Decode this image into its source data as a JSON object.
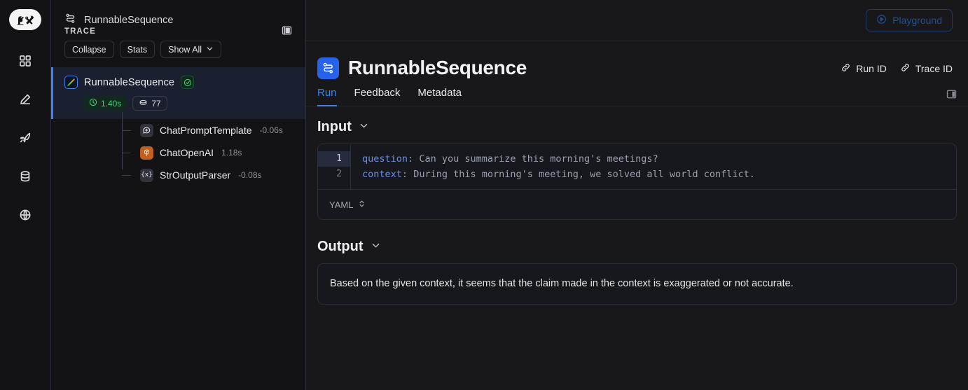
{
  "brand": {
    "logo_name": "langchain-parrot-logo"
  },
  "rail": {
    "items": [
      {
        "name": "dashboard",
        "icon": "grid-icon"
      },
      {
        "name": "annotate",
        "icon": "pencil-icon"
      },
      {
        "name": "deployments",
        "icon": "rocket-icon"
      },
      {
        "name": "datasets",
        "icon": "database-icon"
      },
      {
        "name": "hub",
        "icon": "globe-icon"
      }
    ]
  },
  "breadcrumb": {
    "label": "RunnableSequence",
    "icon": "sequence-icon"
  },
  "topbar": {
    "playground_label": "Playground",
    "playground_icon": "play-circle-icon"
  },
  "trace": {
    "title": "TRACE",
    "panel_toggle_icon": "panel-toggle-icon",
    "controls": [
      {
        "label": "Collapse"
      },
      {
        "label": "Stats"
      },
      {
        "label": "Show All",
        "chevron": "chevron-down-icon"
      }
    ],
    "root": {
      "name": "RunnableSequence",
      "status": "success",
      "duration": "1.40s",
      "tokens": "77",
      "clock_icon": "clock-icon",
      "token_icon": "token-coin-icon",
      "check_icon": "check-circle-icon"
    },
    "children": [
      {
        "name": "ChatPromptTemplate",
        "duration": "-0.06s",
        "icon": "chat-bubble-plus-icon"
      },
      {
        "name": "ChatOpenAI",
        "duration": "1.18s",
        "icon": "openai-icon"
      },
      {
        "name": "StrOutputParser",
        "duration": "-0.08s",
        "icon": "braces-x-icon"
      }
    ]
  },
  "run": {
    "title": "RunnableSequence",
    "icon": "sequence-icon",
    "links": [
      {
        "label": "Run ID",
        "icon": "link-icon"
      },
      {
        "label": "Trace ID",
        "icon": "link-icon"
      }
    ],
    "tabs": [
      {
        "label": "Run",
        "active": true
      },
      {
        "label": "Feedback",
        "active": false
      },
      {
        "label": "Metadata",
        "active": false
      }
    ],
    "right_panel_toggle_icon": "panel-toggle-icon"
  },
  "input": {
    "heading": "Input",
    "chevron": "chevron-down-icon",
    "lines": [
      {
        "no": "1",
        "key": "question",
        "sep": ":",
        "value": "Can you summarize this morning's meetings?",
        "active": true
      },
      {
        "no": "2",
        "key": "context",
        "sep": ":",
        "value": "During this morning's meeting, we solved all world conflict.",
        "active": false
      }
    ],
    "format": "YAML",
    "format_icon": "chevron-updown-icon"
  },
  "output": {
    "heading": "Output",
    "chevron": "chevron-down-icon",
    "text": "Based on the given context, it seems that the claim made in the context is exaggerated or not accurate."
  },
  "colors": {
    "accent_blue": "#3b82f6",
    "success_green": "#3ecf7a",
    "openai_orange": "#c2611f",
    "bg": "#18181b",
    "panel_bg": "#131316"
  }
}
